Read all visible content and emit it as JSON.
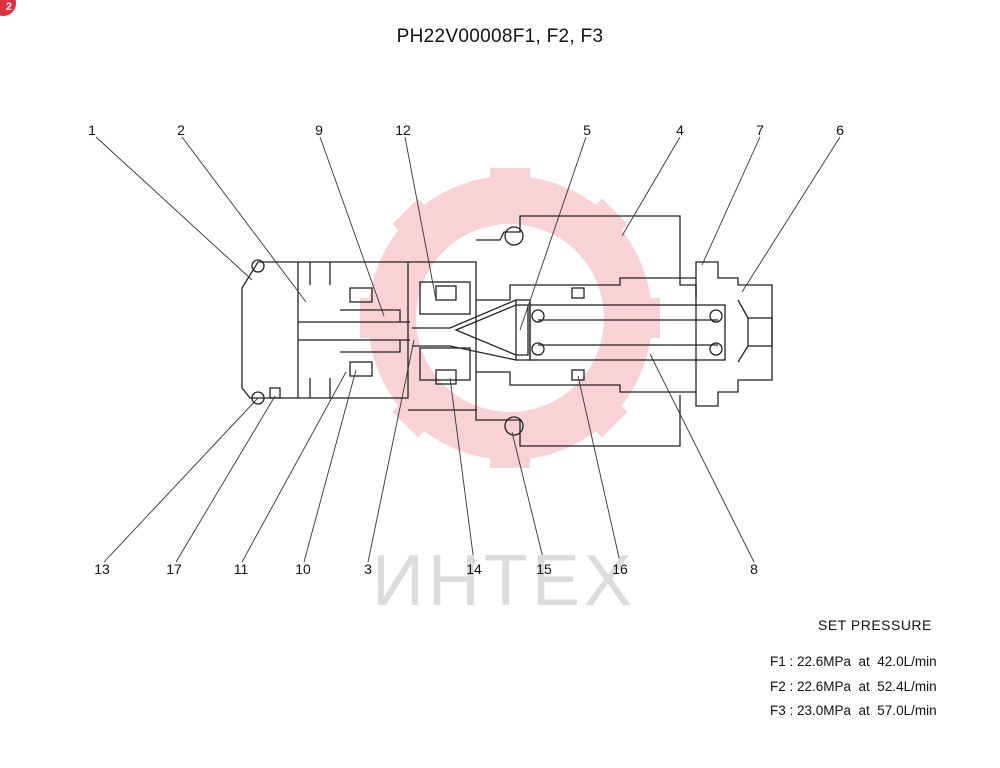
{
  "badge": "2",
  "title": "PH22V00008F1, F2, F3",
  "watermark": "ИНТЕХ",
  "callouts": {
    "c1": "1",
    "c2": "2",
    "c3": "3",
    "c4": "4",
    "c5": "5",
    "c6": "6",
    "c7": "7",
    "c8": "8",
    "c9": "9",
    "c10": "10",
    "c11": "11",
    "c12": "12",
    "c13": "13",
    "c14": "14",
    "c15": "15",
    "c16": "16",
    "c17": "17"
  },
  "set_pressure": {
    "heading": "SET PRESSURE",
    "rows": [
      "F1 : 22.6MPa  at  42.0L/min",
      "F2 : 22.6MPa  at  52.4L/min",
      "F3 : 23.0MPa  at  57.0L/min"
    ]
  },
  "colors": {
    "watermark": "#f4b9bd",
    "badge": "#d9323e"
  }
}
